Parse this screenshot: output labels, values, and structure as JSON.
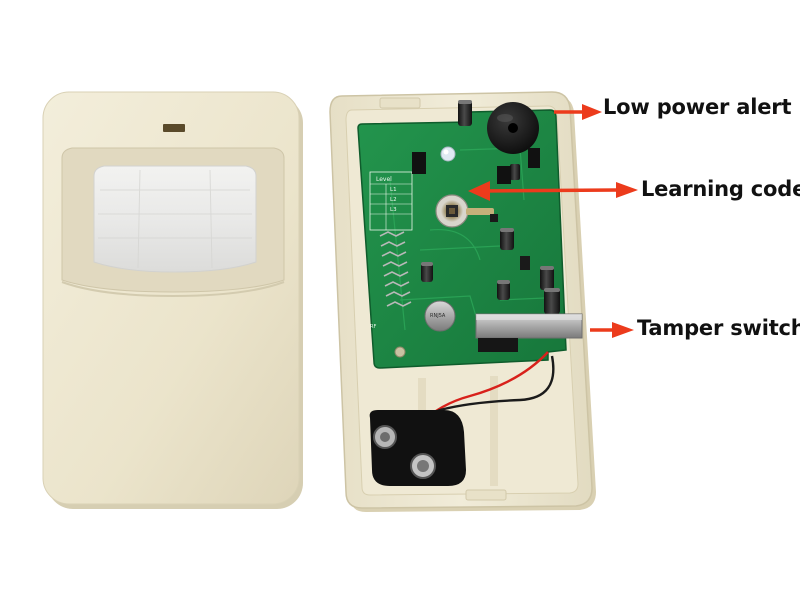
{
  "callouts": {
    "low_power_alert": "Low power alert",
    "learning_code": "Learning code",
    "tamper_switch": "Tamper switch"
  },
  "colors": {
    "housing": "#ece6cf",
    "pcb": "#1e8a46",
    "arrow": "#ec3b1c"
  },
  "pcb_markings": {
    "level": "Level",
    "l1": "L1",
    "l2": "L2",
    "l3": "L3",
    "rf": "RF",
    "component": "RNJ5A"
  }
}
